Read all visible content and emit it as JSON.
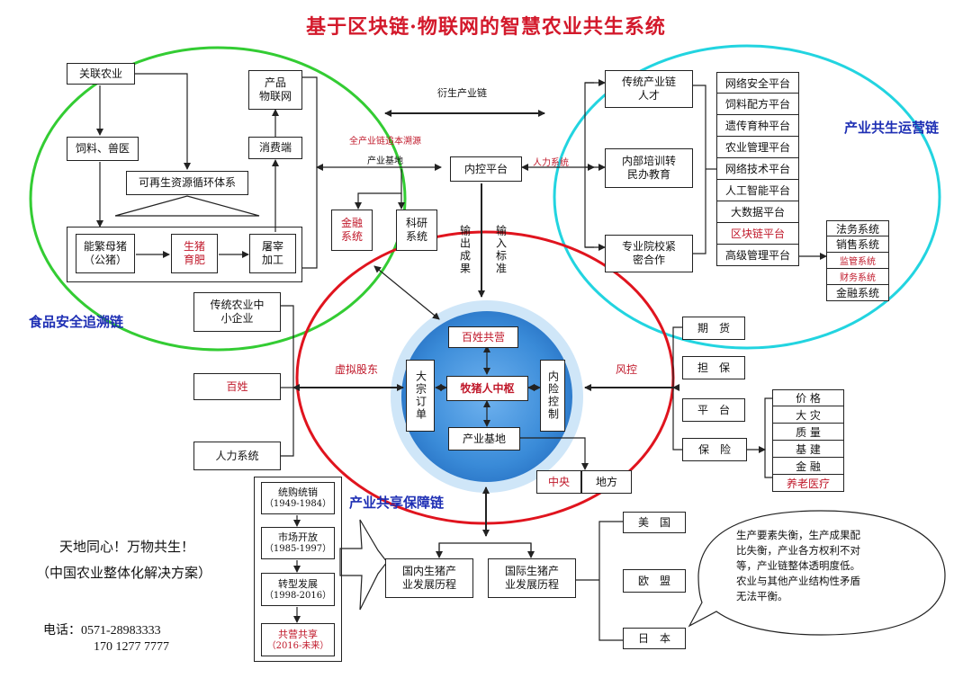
{
  "title": "基于区块链·物联网的智慧农业共生系统",
  "regions": {
    "food_safety": "食品安全追溯链",
    "industry_ops": "产业共生运营链",
    "shared_guarantee": "产业共享保障链"
  },
  "left_cycle": {
    "guanlian": "关联农业",
    "product_iot": [
      "产品",
      "物联网"
    ],
    "feed": "饲料、兽医",
    "consumer": "消费端",
    "recycle": "可再生资源循环体系",
    "sows": [
      "能繁母猪",
      "（公猪）"
    ],
    "fattening": [
      "生猪",
      "育肥"
    ],
    "slaughter": [
      "屠宰",
      "加工"
    ]
  },
  "middle_top": {
    "derived_chain": "衍生产业链",
    "trace_label": "全产业链追本溯源",
    "base_label": "产业基地",
    "internal_control": "内控平台",
    "hr_system": "人力系统",
    "finance_system": [
      "金融",
      "系统"
    ],
    "research_system": [
      "科研",
      "系统"
    ],
    "output_results": "输出成果",
    "input_standard": "输入标准"
  },
  "right_top": {
    "talent": [
      "传统产业链",
      "人才"
    ],
    "training": [
      "内部培训转",
      "民办教育"
    ],
    "schools": [
      "专业院校紧",
      "密合作"
    ],
    "platforms": [
      "网络安全平台",
      "饲料配方平台",
      "遗传育种平台",
      "农业管理平台",
      "网络技术平台",
      "人工智能平台",
      "大数据平台",
      "区块链平台",
      "高级管理平台"
    ],
    "systems": [
      "法务系统",
      "销售系统",
      "监管系统",
      "财务系统",
      "金融系统"
    ]
  },
  "center": {
    "baixing_coop": "百姓共营",
    "hub": "牧猪人中枢",
    "base": "产业基地",
    "bulk_order": "大宗订单",
    "risk_control": "内险控制",
    "virtual_share": "虚拟股东",
    "fengkong": "风控",
    "central": "中央",
    "local": "地方"
  },
  "left_mid": {
    "smes": [
      "传统农业中",
      "小企业"
    ],
    "baixing": "百姓",
    "hr": "人力系统"
  },
  "right_mid": {
    "futures": "期　货",
    "guarantee": "担　保",
    "platform": "平　台",
    "insurance": "保　险",
    "insure_items": [
      "价 格",
      "大 灾",
      "质 量",
      "基 建",
      "金 融",
      "养老医疗"
    ]
  },
  "bottom": {
    "history": [
      [
        "统购统销",
        "（1949-1984）"
      ],
      [
        "市场开放",
        "（1985-1997）"
      ],
      [
        "转型发展",
        "（1998-2016）"
      ],
      [
        "共营共享",
        "（2016-未来）"
      ]
    ],
    "domestic": [
      "国内生猪产",
      "业发展历程"
    ],
    "international": [
      "国际生猪产",
      "业发展历程"
    ],
    "countries": [
      "美　国",
      "欧　盟",
      "日　本"
    ],
    "bubble": [
      "生产要素失衡，生产成果配",
      "比失衡，产业各方权利不对",
      "等，产业链整体透明度低。",
      "农业与其他产业结构性矛盾",
      "无法平衡。"
    ]
  },
  "slogan": [
    "天地同心！万物共生！",
    "（中国农业整体化解决方案）"
  ],
  "contact": [
    "电话：0571-28983333",
    "170 1277 7777"
  ],
  "colors": {
    "title": "#d3192b",
    "green_ring": "#33cc33",
    "cyan_ring": "#22d4e0",
    "red_ring": "#e0141e",
    "blue_core": "#3b8fdc",
    "label_blue": "#1e2fb4",
    "red_text": "#c0182a"
  }
}
